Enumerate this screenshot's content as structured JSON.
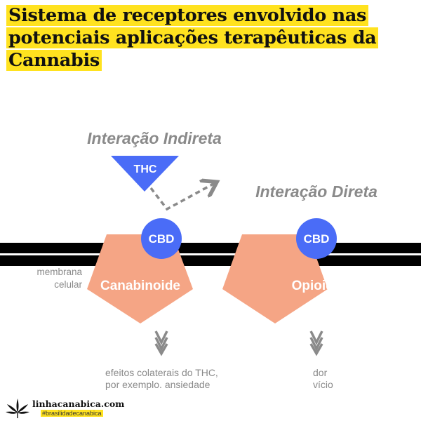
{
  "title": "Sistema de receptores envolvido nas potenciais aplicações terapêuticas da Cannabis",
  "labels": {
    "indirect": "Interação Indireta",
    "direct": "Interação Direta",
    "thc": "THC",
    "cbd_left": "CBD",
    "cbd_right": "CBD",
    "membrane_line1": "membrana",
    "membrane_line2": "celular",
    "receptor_left": "Canabinoide",
    "receptor_right": "Opioide",
    "effect_left_line1": "efeitos colaterais do THC,",
    "effect_left_line2": "por exemplo. ansiedade",
    "effect_right_line1": "dor",
    "effect_right_line2": "vício"
  },
  "footer": {
    "site": "linhacanabica.com",
    "hashtag": "#brasilidadecanabica"
  },
  "colors": {
    "highlight": "#ffe21f",
    "blue": "#4a6cf7",
    "receptor": "#f5a585",
    "gray": "#8a8a8a"
  }
}
